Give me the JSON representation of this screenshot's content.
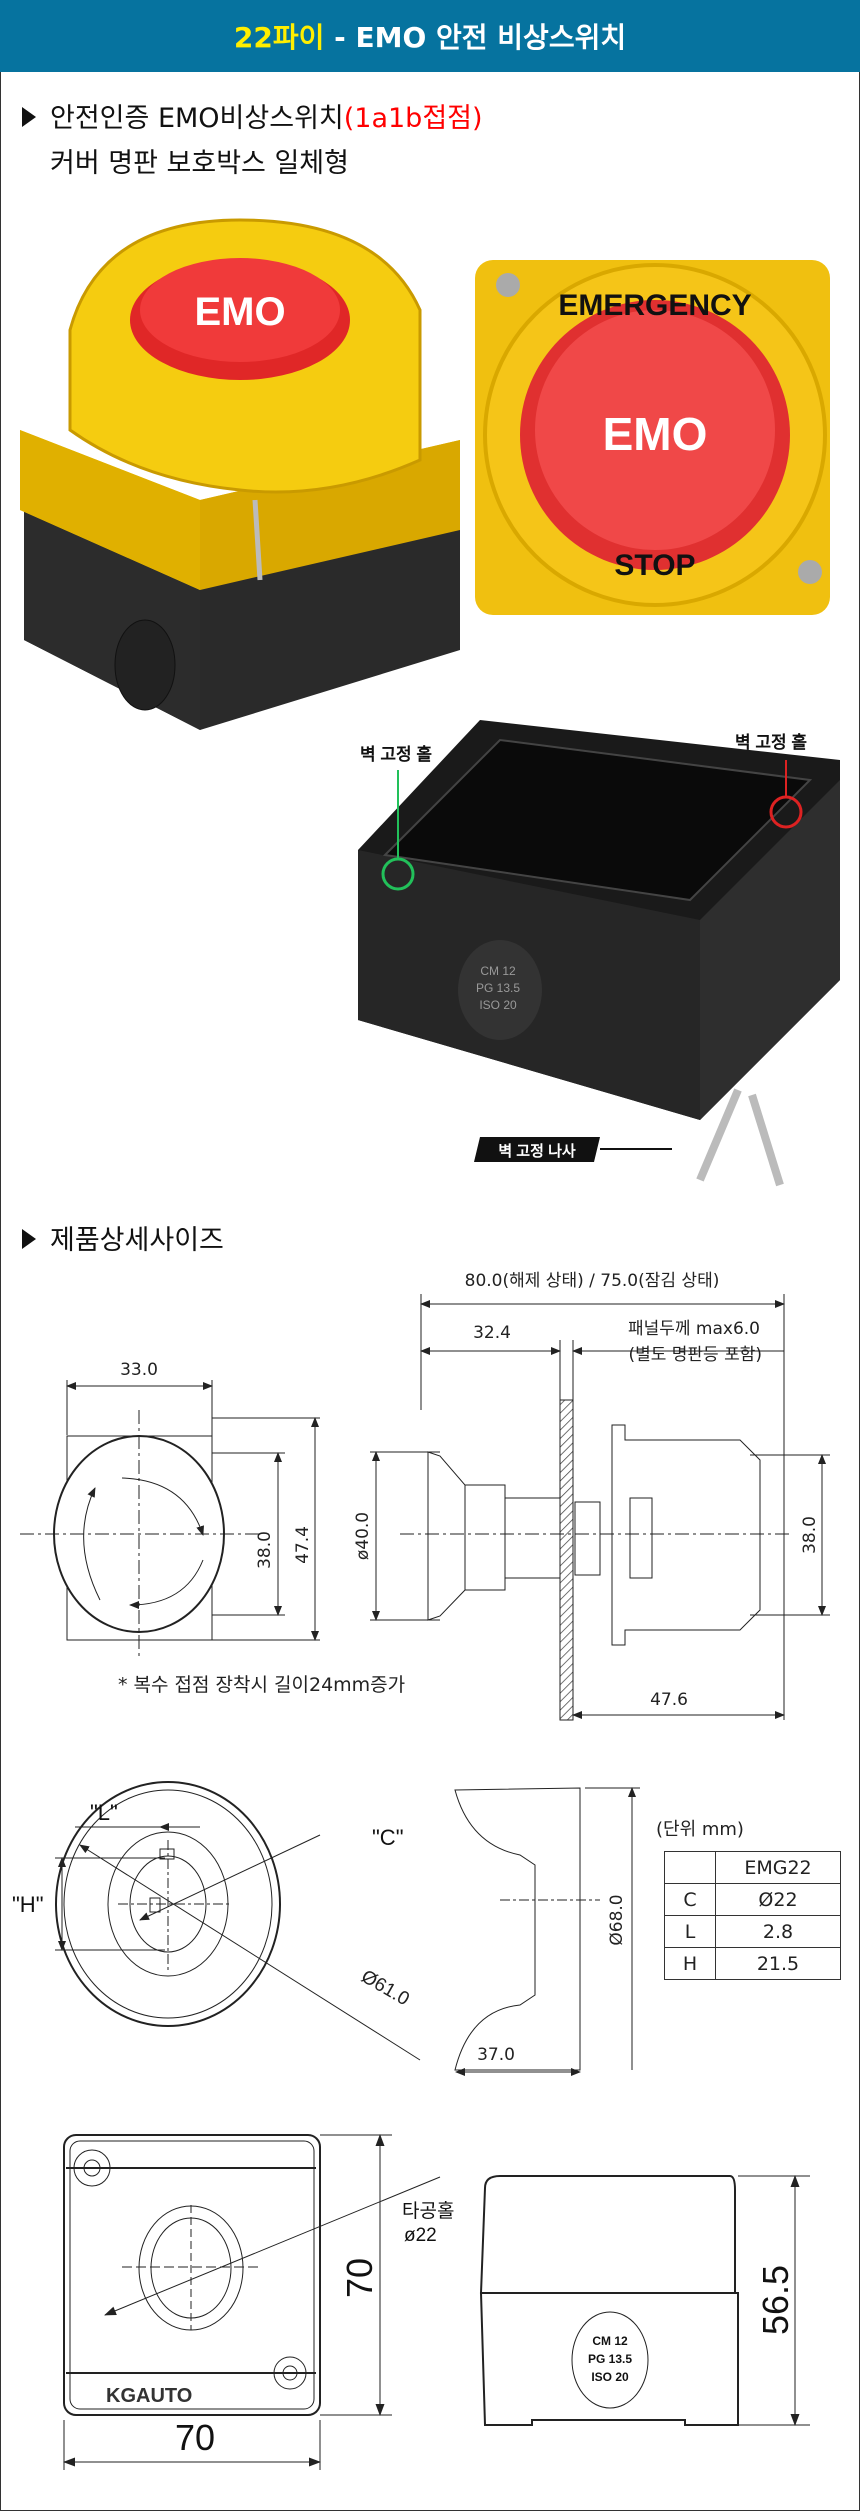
{
  "header": {
    "title_highlight": "22파이",
    "title_rest": " - EMO 안전 비상스위치"
  },
  "intro": {
    "line1": "안전인증 EMO비상스위치",
    "line1_red": "(1a1b접점)",
    "line2": "커버 명판 보호박스 일체형"
  },
  "photos": {
    "button_label": "EMO",
    "emergency_text": "EMERGENCY",
    "stop_text": "STOP",
    "wall_hole_left": "벽 고정 홀",
    "wall_hole_right": "벽 고정 홀",
    "wall_screw": "벽 고정 나사",
    "knockout_lines": [
      "CM 12",
      "PG 13.5",
      "ISO 20"
    ]
  },
  "section2": {
    "title": "제품상세사이즈"
  },
  "drawing1": {
    "total_length": "80.0(해제 상태) / 75.0(잠김 상태)",
    "front_length": "32.4",
    "panel_thickness": "패널두께 max6.0",
    "panel_note": "(별도 명판등 포함)",
    "width": "33.0",
    "inner_height": "38.0",
    "outer_height": "47.4",
    "head_diameter": "ø40.0",
    "block_height": "38.0",
    "rear_length": "47.6",
    "note": "* 복수 접점 장착시 길이24mm증가"
  },
  "drawing2": {
    "label_L": "\"L\"",
    "label_H": "\"H\"",
    "label_C": "\"C\"",
    "outer_diameter": "Ø61.0",
    "cover_diameter": "Ø68.0",
    "cover_depth": "37.0",
    "unit": "(단위 mm)",
    "table": {
      "header": [
        "",
        "EMG22"
      ],
      "rows": [
        [
          "C",
          "Ø22"
        ],
        [
          "L",
          "2.8"
        ],
        [
          "H",
          "21.5"
        ]
      ]
    }
  },
  "drawing3": {
    "hole_label": "타공홀",
    "hole_size": "ø22",
    "height": "70",
    "width": "70",
    "side_height": "56.5",
    "brand": "KGAUTO",
    "knockout_lines": [
      "CM 12",
      "PG 13.5",
      "ISO 20"
    ]
  }
}
